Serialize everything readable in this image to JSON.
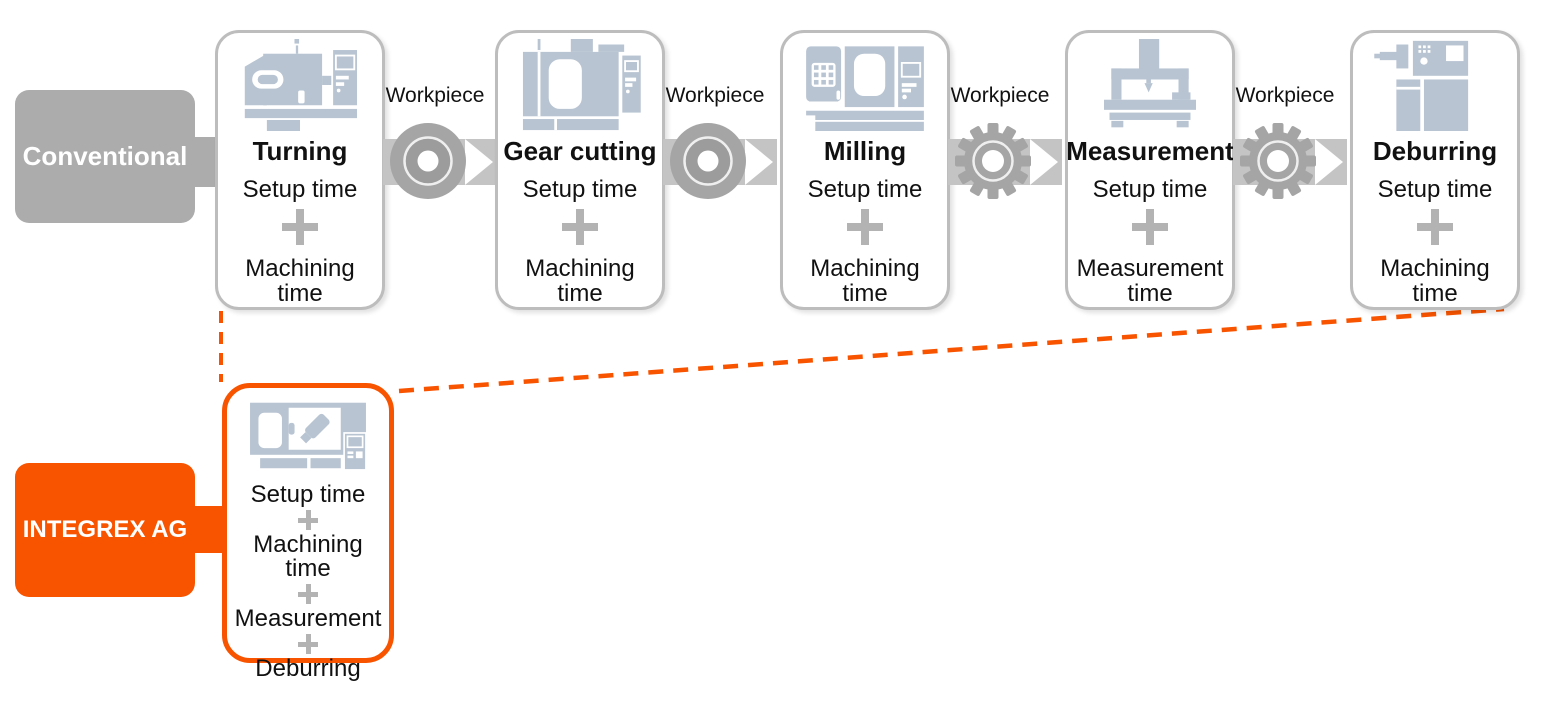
{
  "colors": {
    "accent_orange": "#F85400",
    "icon_blue_gray": "#B8C4D2",
    "gray_label": "#ACACAC",
    "card_border_gray": "#BDBDBD",
    "connector_gray": "#C4C4C4",
    "workpiece_gray": "#A5A5A5",
    "plus_gray": "#B3B3B3"
  },
  "rows": {
    "conventional": {
      "label": "Conventional"
    },
    "integrex": {
      "label": "INTEGREX AG"
    }
  },
  "conventional_flow": {
    "cards": [
      {
        "title": "Turning",
        "icon": "lathe-machine",
        "lines": [
          "Setup time",
          "Machining time"
        ]
      },
      {
        "title": "Gear cutting",
        "icon": "gear-cutting-machine",
        "lines": [
          "Setup time",
          "Machining time"
        ]
      },
      {
        "title": "Milling",
        "icon": "milling-machine",
        "lines": [
          "Setup time",
          "Machining time"
        ]
      },
      {
        "title": "Measurement",
        "icon": "measuring-machine",
        "lines": [
          "Setup time",
          "Measurement time"
        ]
      },
      {
        "title": "Deburring",
        "icon": "deburring-machine",
        "lines": [
          "Setup time",
          "Machining time"
        ]
      }
    ],
    "connectors": [
      {
        "label": "Workpiece",
        "icon": "round-workpiece"
      },
      {
        "label": "Workpiece",
        "icon": "round-workpiece"
      },
      {
        "label": "Workpiece",
        "icon": "gear-workpiece"
      },
      {
        "label": "Workpiece",
        "icon": "gear-workpiece"
      }
    ]
  },
  "integrex_flow": {
    "card": {
      "icon": "integrex-machine",
      "lines": [
        "Setup time",
        "Machining time",
        "Measurement",
        "Deburring"
      ]
    }
  }
}
